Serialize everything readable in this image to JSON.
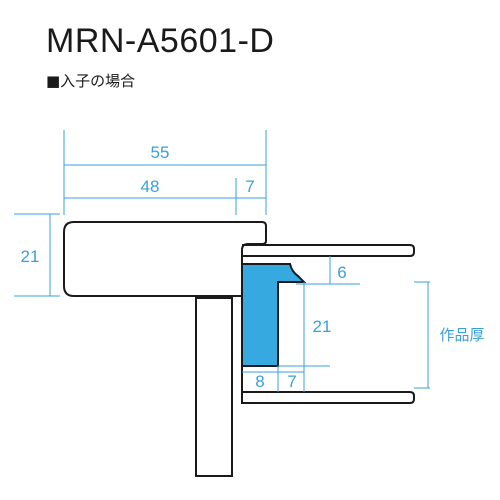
{
  "title": "MRN-A5601-D",
  "subtitle": "■入子の場合",
  "colors": {
    "dimension": "#3aa0d8",
    "outline": "#1a1a1a",
    "inset_fill": "#36a9e1"
  },
  "dimensions": {
    "total_width": "55",
    "face_width": "48",
    "lip_width": "7",
    "frame_height": "21",
    "rebate_lip": "6",
    "inner_depth": "21",
    "bottom_left": "8",
    "bottom_right": "7",
    "artwork_label": "作品厚"
  }
}
